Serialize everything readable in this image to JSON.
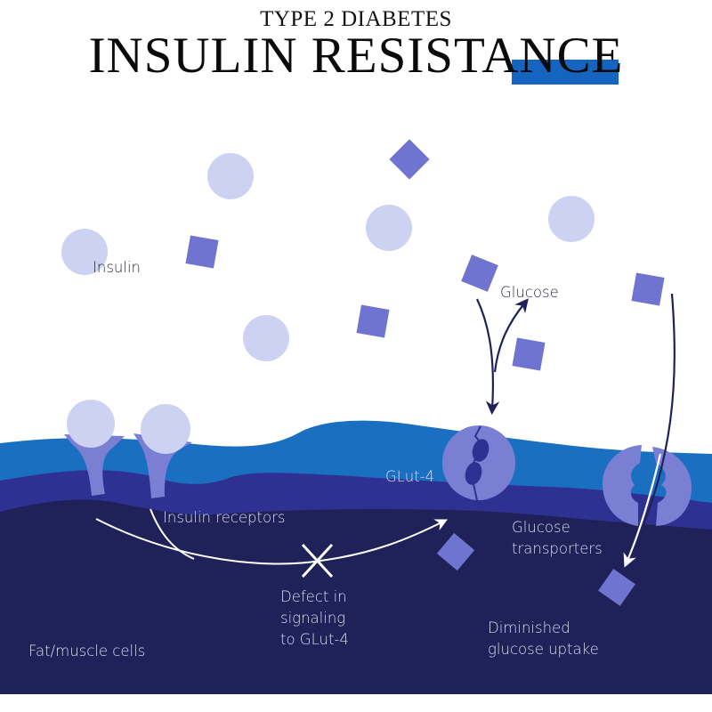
{
  "header": {
    "subtitle": "TYPE 2 DIABETES",
    "title": "INSULIN RESISTANCE"
  },
  "labels": {
    "insulin": "Insulin",
    "glucose": "Glucose",
    "glut4": "GLut-4",
    "insulin_receptors": "Insulin receptors",
    "glucose_transporters_line1": "Glucose",
    "glucose_transporters_line2": "transporters",
    "defect_line1": "Defect in",
    "defect_line2": "signaling",
    "defect_line3": "to GLut-4",
    "diminished_line1": "Diminished",
    "diminished_line2": "glucose uptake",
    "cells": "Fat/muscle cells"
  },
  "colors": {
    "accent_bar": "#1565c0",
    "membrane_outer": "#1a6fc0",
    "membrane_mid": "#2e3191",
    "cytoplasm": "#1f2259",
    "insulin": "#cdd2f3",
    "glucose": "#7074d1",
    "receptor": "#7b7fd4",
    "transporter": "#7b7fd4",
    "transporter_channel": "#2e3191",
    "arrow_outside": "#1f2259",
    "arrow_inside": "#ffffff"
  }
}
